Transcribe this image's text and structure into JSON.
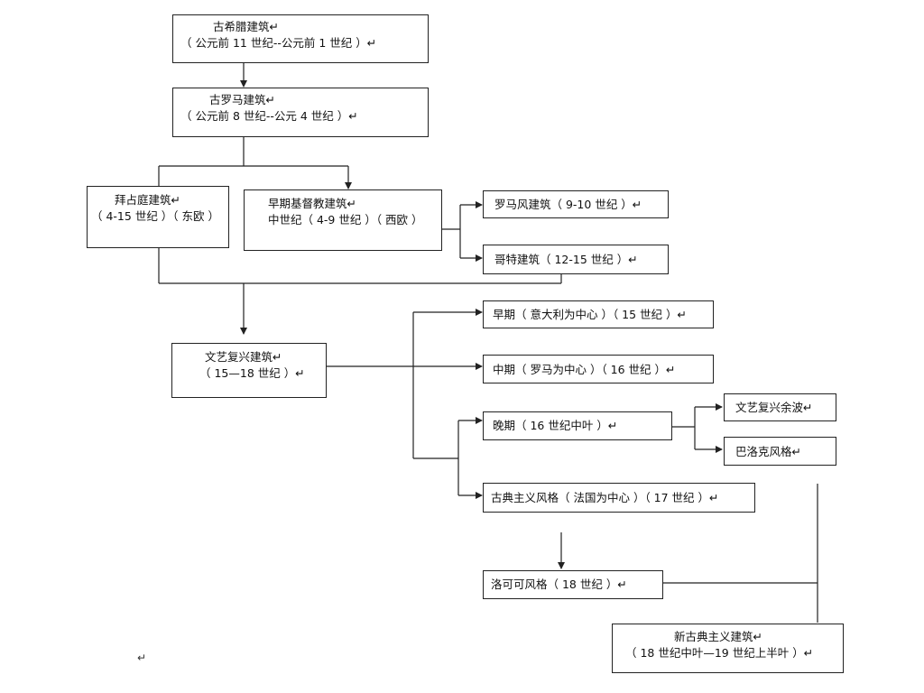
{
  "nodes": {
    "greek": {
      "lines": [
        "古希腊建筑↵",
        "（ 公元前 11 世纪--公元前 1 世纪 ）↵"
      ]
    },
    "roman": {
      "lines": [
        "古罗马建筑↵",
        "（ 公元前 8 世纪--公元 4 世纪 ）↵"
      ]
    },
    "byzantine": {
      "lines": [
        "拜占庭建筑↵",
        "（ 4-15 世纪 ）（ 东欧 ）"
      ]
    },
    "early_christian": {
      "lines": [
        "早期基督教建筑↵",
        "中世纪（ 4-9 世纪 ）（ 西欧 ）"
      ]
    },
    "romanesque": {
      "lines": [
        "罗马风建筑（ 9-10 世纪 ）↵"
      ]
    },
    "gothic": {
      "lines": [
        "哥特建筑（ 12-15 世纪 ）↵"
      ]
    },
    "renaissance": {
      "lines": [
        "文艺复兴建筑↵",
        "（ 15—18 世纪 ）↵"
      ]
    },
    "early_period": {
      "lines": [
        "早期（ 意大利为中心 ）（ 15  世纪 ）↵"
      ]
    },
    "mid_period": {
      "lines": [
        "中期（ 罗马为中心 ）（ 16  世纪 ）↵"
      ]
    },
    "late_period": {
      "lines": [
        "晚期（ 16 世纪中叶 ）↵"
      ]
    },
    "reminiscence": {
      "lines": [
        "文艺复兴余波↵"
      ]
    },
    "baroque": {
      "lines": [
        "巴洛克风格↵"
      ]
    },
    "classicism": {
      "lines": [
        "古典主义风格（ 法国为中心 ）（ 17 世纪 ）↵"
      ]
    },
    "rococo": {
      "lines": [
        "洛可可风格（ 18 世纪 ）↵"
      ]
    },
    "neoclassical": {
      "lines": [
        "新古典主义建筑↵",
        "（ 18 世纪中叶—19 世纪上半叶 ）↵"
      ]
    }
  },
  "stray_mark": "↵",
  "colors": {
    "line": "#222222",
    "text": "#111111"
  }
}
